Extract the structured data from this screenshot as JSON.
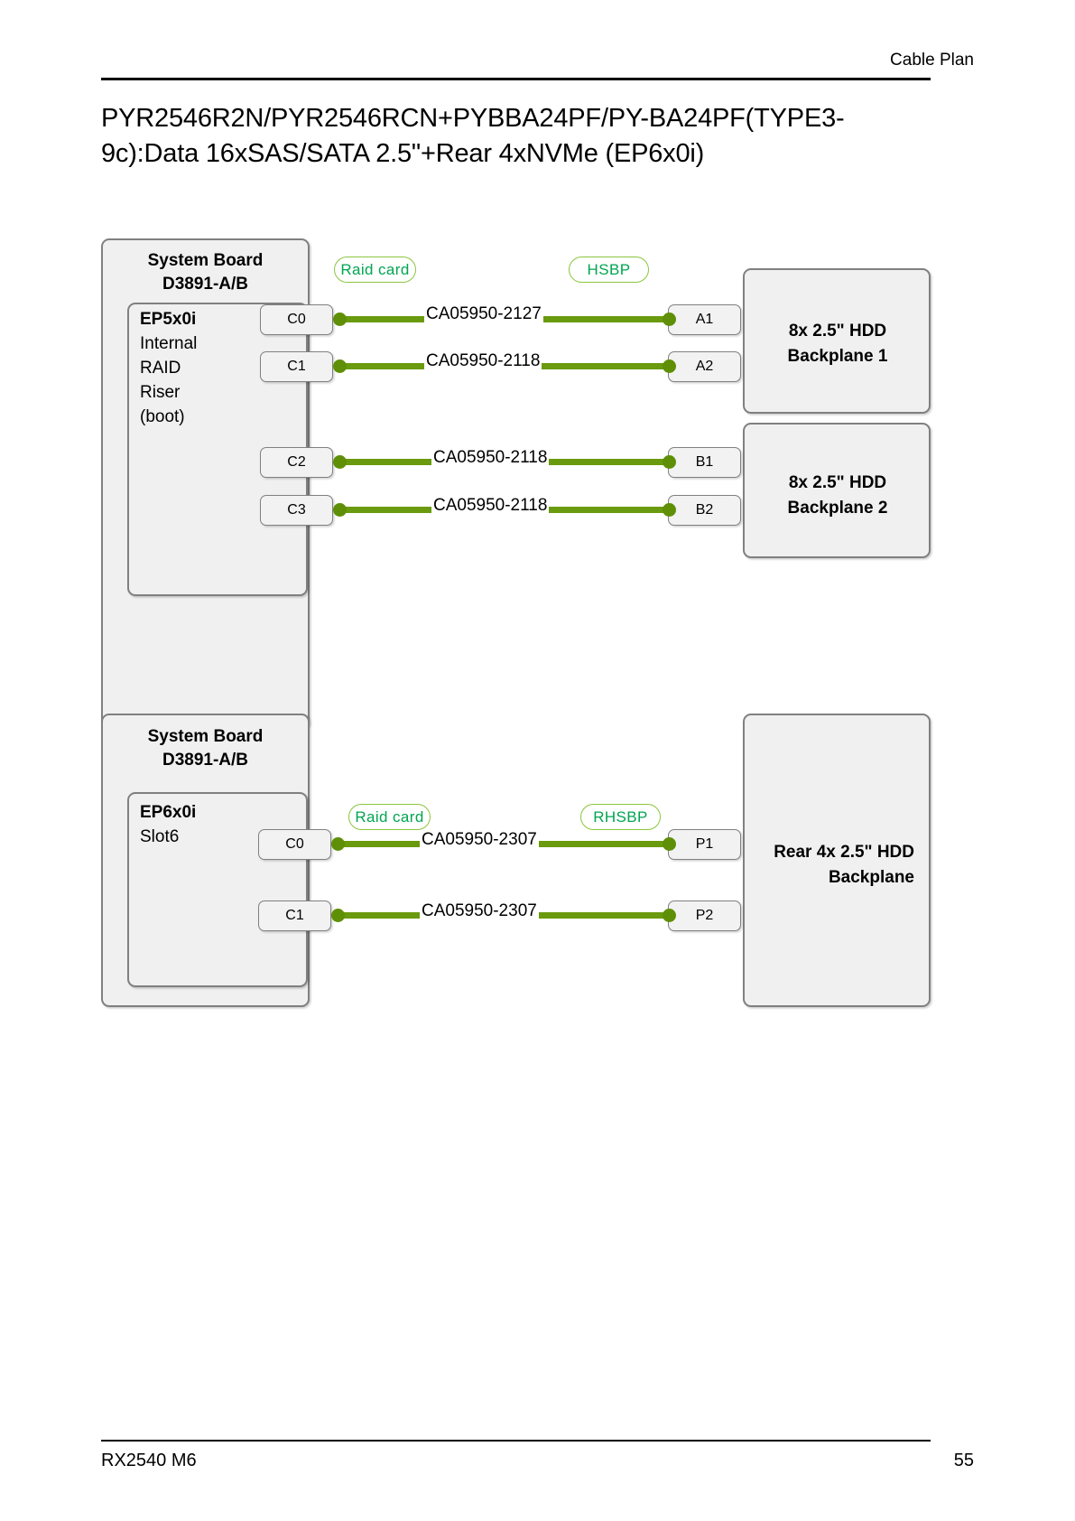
{
  "header": {
    "section_label": "Cable Plan"
  },
  "title": "PYR2546R2N/PYR2546RCN+PYBBA24PF/PY-BA24PF(TYPE3-9c):Data 16xSAS/SATA 2.5\"+Rear 4xNVMe (EP6x0i)",
  "footer": {
    "model": "RX2540 M6",
    "page_number": "55"
  },
  "colors": {
    "cable": "#6a9a0d",
    "cable_dot": "#5f8f06",
    "pill_text": "#00a550",
    "pill_border": "#8cc63f",
    "panel_fill": "#f0f0f0",
    "panel_border": "#808080"
  },
  "diagram1": {
    "board": {
      "title_line1": "System Board",
      "title_line2": "D3891-A/B"
    },
    "riser": {
      "name": "EP5x0i",
      "lines": [
        "Internal",
        "RAID",
        "Riser",
        "(boot)"
      ]
    },
    "pills": [
      {
        "label": "Raid card"
      },
      {
        "label": "HSBP"
      }
    ],
    "ports": [
      {
        "label": "C0"
      },
      {
        "label": "C1"
      },
      {
        "label": "C2"
      },
      {
        "label": "C3"
      }
    ],
    "backplanes": [
      {
        "label_line1": "8x 2.5\" HDD",
        "label_line2": "Backplane 1",
        "ports": [
          {
            "label": "A1"
          },
          {
            "label": "A2"
          }
        ]
      },
      {
        "label_line1": "8x 2.5\" HDD",
        "label_line2": "Backplane 2",
        "ports": [
          {
            "label": "B1"
          },
          {
            "label": "B2"
          }
        ]
      }
    ],
    "cables": [
      {
        "label": "CA05950-2127",
        "from": "C0",
        "to": "A1"
      },
      {
        "label": "CA05950-2118",
        "from": "C1",
        "to": "A2"
      },
      {
        "label": "CA05950-2118",
        "from": "C2",
        "to": "B1"
      },
      {
        "label": "CA05950-2118",
        "from": "C3",
        "to": "B2"
      }
    ]
  },
  "diagram2": {
    "board": {
      "title_line1": "System Board",
      "title_line2": "D3891-A/B"
    },
    "riser": {
      "name": "EP6x0i",
      "lines": [
        "Slot6"
      ]
    },
    "pills": [
      {
        "label": "Raid card"
      },
      {
        "label": "RHSBP"
      }
    ],
    "ports": [
      {
        "label": "C0"
      },
      {
        "label": "C1"
      }
    ],
    "backplanes": [
      {
        "label_line1": "Rear 4x 2.5\" HDD",
        "label_line2": "Backplane",
        "ports": [
          {
            "label": "P1"
          },
          {
            "label": "P2"
          }
        ]
      }
    ],
    "cables": [
      {
        "label": "CA05950-2307",
        "from": "C0",
        "to": "P1"
      },
      {
        "label": "CA05950-2307",
        "from": "C1",
        "to": "P2"
      }
    ]
  }
}
